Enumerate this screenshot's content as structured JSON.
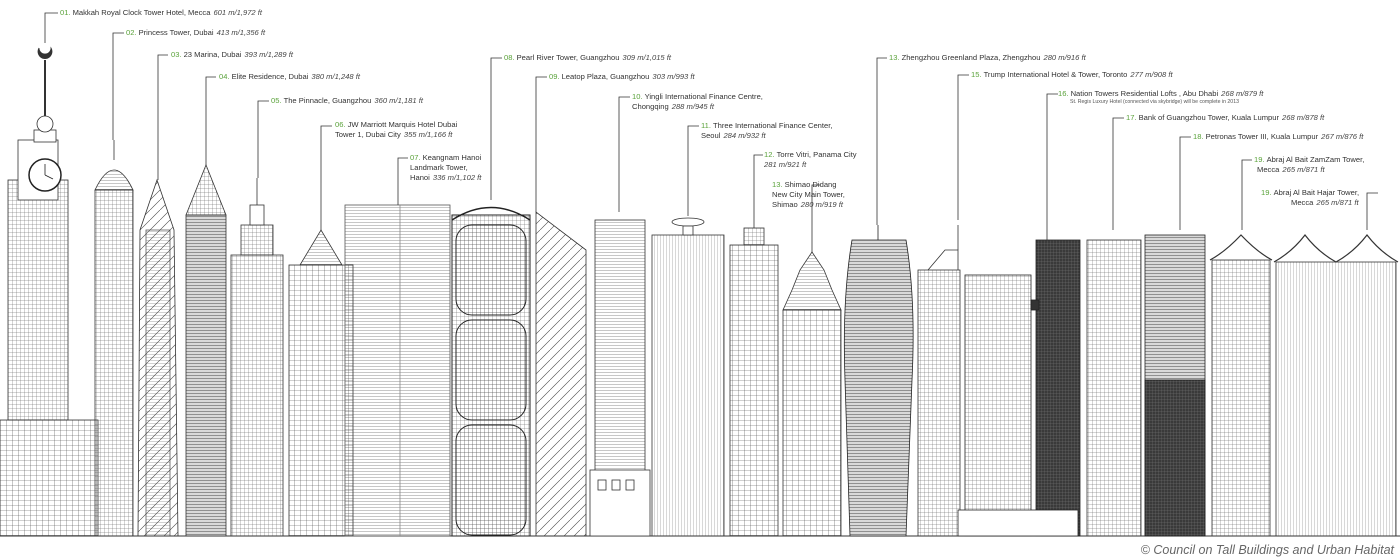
{
  "accent": "#5aa23a",
  "line_color": "#333333",
  "credit": "© Council on Tall Buildings and Urban Habitat",
  "footnote": "St. Regis Luxury Hotel (connected via skybridge) will be complete in 2013",
  "buildings": [
    {
      "num": "01.",
      "name": "Makkah Royal Clock Tower Hotel, Mecca",
      "height": "601 m/1,972 ft"
    },
    {
      "num": "02.",
      "name": "Princess Tower, Dubai",
      "height": "413 m/1,356 ft"
    },
    {
      "num": "03.",
      "name": "23 Marina, Dubai",
      "height": "393 m/1,289 ft"
    },
    {
      "num": "04.",
      "name": "Elite Residence, Dubai",
      "height": "380 m/1,248 ft"
    },
    {
      "num": "05.",
      "name": "The Pinnacle, Guangzhou",
      "height": "360 m/1,181 ft"
    },
    {
      "num": "06.",
      "name": "JW Marriott Marquis Hotel Dubai",
      "name2": "Tower 1, Dubai City",
      "height": "355 m/1,166 ft"
    },
    {
      "num": "07.",
      "name": "Keangnam Hanoi",
      "name2": "Landmark Tower,",
      "name3": "Hanoi",
      "height": "336 m/1,102 ft"
    },
    {
      "num": "08.",
      "name": "Pearl River Tower, Guangzhou",
      "height": "309 m/1,015 ft"
    },
    {
      "num": "09.",
      "name": "Leatop Plaza, Guangzhou",
      "height": "303 m/993 ft"
    },
    {
      "num": "10.",
      "name": "Yingli International Finance Centre,",
      "name2": "Chongqing",
      "height": "288 m/945 ft"
    },
    {
      "num": "11.",
      "name": "Three International Finance Center,",
      "name2": "Seoul",
      "height": "284 m/932 ft"
    },
    {
      "num": "12.",
      "name": "Torre Vitri, Panama City",
      "name2": "",
      "height": "281 m/921 ft"
    },
    {
      "num": "13.",
      "name": "Shimao Didang",
      "name2": "New City Main Tower,",
      "name3": "Shimao",
      "height": "280 m/919 ft"
    },
    {
      "num": "13.",
      "name": "Zhengzhou Greenland Plaza, Zhengzhou",
      "height": "280 m/916 ft"
    },
    {
      "num": "15.",
      "name": "Trump International Hotel & Tower, Toronto",
      "height": "277 m/908 ft"
    },
    {
      "num": "16.",
      "name": "Nation Towers Residential Lofts , Abu Dhabi",
      "height": "268 m/879 ft"
    },
    {
      "num": "17.",
      "name": "Bank of Guangzhou Tower, Kuala Lumpur",
      "height": "268 m/878 ft"
    },
    {
      "num": "18.",
      "name": "Petronas Tower III, Kuala Lumpur",
      "height": "267 m/876 ft"
    },
    {
      "num": "19.",
      "name": "Abraj Al Bait ZamZam Tower,",
      "name2": "Mecca",
      "height": "265 m/871 ft"
    },
    {
      "num": "19.",
      "name": "Abraj Al Bait Hajar Tower,",
      "name2": "Mecca",
      "height": "265 m/871 ft"
    }
  ]
}
